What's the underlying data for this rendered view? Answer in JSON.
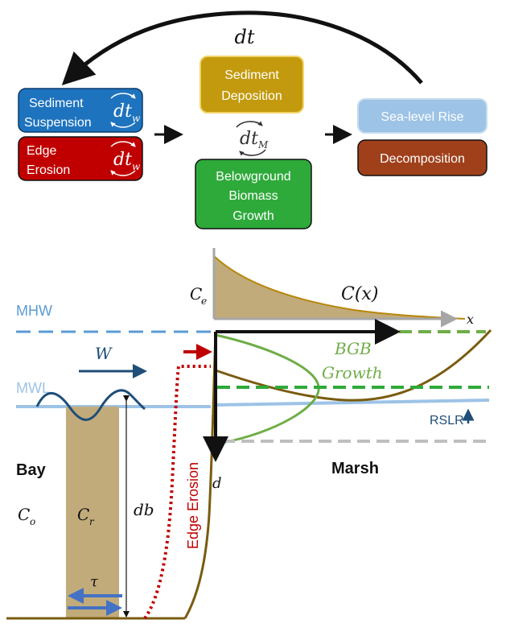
{
  "top": {
    "cycle_label": "dt",
    "dt_w": "dt",
    "dt_w_sub": "w",
    "dt_m": "dt",
    "dt_m_sub": "M",
    "boxes": {
      "sediment_suspension": [
        "Sediment",
        "Suspension"
      ],
      "edge_erosion": [
        "Edge",
        "Erosion"
      ],
      "sediment_deposition": [
        "Sediment",
        "Deposition"
      ],
      "belowground_biomass": [
        "Belowground",
        "Biomass",
        "Growth"
      ],
      "sea_level_rise": "Sea-level Rise",
      "decomposition": "Decomposition"
    }
  },
  "profile": {
    "mhw": "MHW",
    "mwl": "MWL",
    "w": "W",
    "bay": "Bay",
    "marsh": "Marsh",
    "c_o": "C",
    "c_o_sub": "o",
    "c_r": "C",
    "c_r_sub": "r",
    "db": "db",
    "tau": "τ",
    "edge_erosion": "Edge Erosion",
    "d": "d",
    "bgb": "BGB",
    "growth": "Growth",
    "rslr": "RSLR",
    "c_e": "C",
    "c_e_sub": "e",
    "cx": "C(x)",
    "x": "x"
  },
  "colors": {
    "suspension_box": "#1e73be",
    "erosion_box": "#c00000",
    "deposition_box": "#c39a0e",
    "biomass_box": "#2eaa3a",
    "slr_box": "#9dc3e6",
    "decomposition_box": "#a0401b",
    "mhw_line": "#5b9bd5",
    "mwl_line": "#9dc3e6",
    "sediment_fill": "#c2ab7a",
    "marsh_line": "#7a5c10",
    "bgb_green": "#70ad47",
    "dark_blue": "#1f4e79"
  }
}
